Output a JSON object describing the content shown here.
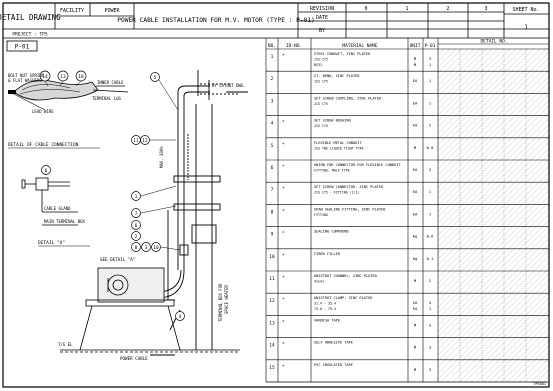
{
  "title_block": {
    "detail_drawing": "DETAIL DRAWING",
    "facility_label": "FACILITY",
    "facility_value": "POWER",
    "project_label": "PROJECT : TPS",
    "title": "POWER CABLE INSTALLATION FOR M.V. MOTOR (TYPE : P-01)",
    "revision_label": "REVISION",
    "revisions": [
      "0",
      "1",
      "2",
      "3"
    ],
    "date_label": "DATE",
    "by_label": "BY",
    "sheet_no_label": "SHEET No.",
    "sheet_no": "1",
    "type_tag": "P-01",
    "drawing_no": "TPS001"
  },
  "drawing": {
    "detail_cable_connection": "DETAIL OF CABLE CONNECTION",
    "bolt_nut_label": "BOLT NUT SPRING",
    "flat_washers_label": "& FLAT WASHERS",
    "inner_cable_label": "INNER CABLE",
    "terminal_lug_label": "TERMINAL LUG",
    "lead_wire_label": "LEAD WIRE",
    "by_layout_label": "BY LAYOUT DWG.",
    "max_label": "MAX. 300%",
    "cable_gland_label": "CABLE GLAND",
    "main_terminal_box_label": "MAIN TERMINAL BOX",
    "detail_a_label": "DETAIL \"A\"",
    "see_detail_label": "SEE DETAIL \"A\"",
    "terminal_box_label": "TERMINAL BOX FOR",
    "space_heater_label": "SPACE HEATER",
    "power_cable_label": "POWER CABLE",
    "tol_label": "T/G EL",
    "callouts_top": [
      "14",
      "13",
      "18"
    ],
    "callouts_side": [
      "5",
      "11",
      "12",
      "1",
      "7",
      "6",
      "2",
      "8",
      "3",
      "10",
      "4"
    ],
    "detail_a_callout": "6"
  },
  "table": {
    "headers": {
      "no": "NO.",
      "id": "ID-NO.",
      "material": "MATERIAL NAME",
      "unit": "UNIT",
      "qty": "P-01",
      "detail_no": "DETAIL NO."
    },
    "rows": [
      {
        "no": "1",
        "id": "*",
        "material": [
          "STEEL CONDUIT, ZINC PLATED",
          "JIS C75",
          "BS31"
        ],
        "unit": [
          "M",
          "M"
        ],
        "qty": [
          "3",
          "1"
        ]
      },
      {
        "no": "2",
        "id": "",
        "material": [
          "ST. BEND, ZINC PLATED",
          "JIS C75"
        ],
        "unit": [
          "EA"
        ],
        "qty": [
          "1"
        ]
      },
      {
        "no": "3",
        "id": "",
        "material": [
          "SET SCREW COUPLING, ZINC PLATED",
          "JIS C75"
        ],
        "unit": [
          "EA"
        ],
        "qty": [
          "1"
        ]
      },
      {
        "no": "4",
        "id": "*",
        "material": [
          "SET SCREW BUSHING",
          "JIS C75"
        ],
        "unit": [
          "EA"
        ],
        "qty": [
          "2"
        ]
      },
      {
        "no": "5",
        "id": "*",
        "material": [
          "FLEXIBLE METAL CONDUIT",
          "JIS THE LIQUID TIGHT TYPE"
        ],
        "unit": [
          "M"
        ],
        "qty": [
          "0.8"
        ]
      },
      {
        "no": "6",
        "id": "*",
        "material": [
          "UNION FOR CONNECTOR FOR FLEXIBLE CONDUIT",
          "FITTING, MALE TYPE"
        ],
        "unit": [
          "EA"
        ],
        "qty": [
          "2"
        ]
      },
      {
        "no": "7",
        "id": "*",
        "material": [
          "SET SCREW CONNECTOR, ZINC PLATED",
          "JIS C75 - FITTING (2:1)"
        ],
        "unit": [
          "EA"
        ],
        "qty": [
          "1"
        ]
      },
      {
        "no": "8",
        "id": "*",
        "material": [
          "SPAN SEALING FITTING, ZINC PLATED",
          "FITTING"
        ],
        "unit": [
          "EA"
        ],
        "qty": [
          "1"
        ]
      },
      {
        "no": "9",
        "id": "*",
        "material": [
          "SEALING COMPOUND"
        ],
        "unit": [
          "Kg"
        ],
        "qty": [
          "0.6"
        ]
      },
      {
        "no": "10",
        "id": "*",
        "material": [
          "FIBER FILLER"
        ],
        "unit": [
          "Kg"
        ],
        "qty": [
          "0.1"
        ]
      },
      {
        "no": "11",
        "id": "*",
        "material": [
          "UNISTRUT CHANNEL, ZINC PLATED",
          "41x41"
        ],
        "unit": [
          "M"
        ],
        "qty": [
          "2"
        ]
      },
      {
        "no": "12",
        "id": "*",
        "material": [
          "UNISTRUT CLAMP, ZINC PLATED",
          "31.4 - 35.4",
          "73.0 - 79.4"
        ],
        "unit": [
          "EA",
          "EA"
        ],
        "qty": [
          "4",
          "1"
        ]
      },
      {
        "no": "13",
        "id": "*",
        "material": [
          "VARNISH TAPE"
        ],
        "unit": [
          "M"
        ],
        "qty": [
          "3"
        ]
      },
      {
        "no": "14",
        "id": "*",
        "material": [
          "SELF ADHESIVE TAPE"
        ],
        "unit": [
          "M"
        ],
        "qty": [
          "3"
        ]
      },
      {
        "no": "15",
        "id": "*",
        "material": [
          "PVC INSULATED TAPE"
        ],
        "unit": [
          "M"
        ],
        "qty": [
          "3"
        ]
      }
    ]
  }
}
